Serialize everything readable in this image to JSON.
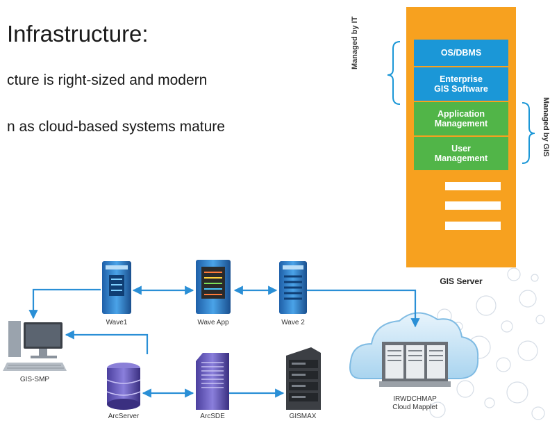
{
  "slide": {
    "heading": "Infrastructure:",
    "bullets": [
      "cture is right-sized and modern",
      "n as cloud-based systems mature"
    ]
  },
  "gis_server": {
    "title": "GIS Server",
    "layers": [
      {
        "label": "OS/DBMS",
        "group": "it"
      },
      {
        "label": "Enterprise\nGIS Software",
        "group": "it"
      },
      {
        "label": "Application\nManagement",
        "group": "gis"
      },
      {
        "label": "User\nManagement",
        "group": "gis"
      }
    ],
    "managed_by_it": "Managed by IT",
    "managed_by_gis": "Managed by GIS",
    "colors": {
      "panel": "#f7a11f",
      "it": "#1b97d7",
      "gis": "#51b548"
    }
  },
  "network": {
    "nodes": {
      "wave1": "Wave1",
      "wave_app": "Wave App",
      "wave2": "Wave 2",
      "gis_smp": "GIS-SMP",
      "arcserver": "ArcServer",
      "arcsde": "ArcSDE",
      "gismax": "GISMAX",
      "cloud": "IRWDCHMAP\nCloud Mapplet"
    },
    "colors": {
      "connector": "#2a8fd6"
    }
  }
}
